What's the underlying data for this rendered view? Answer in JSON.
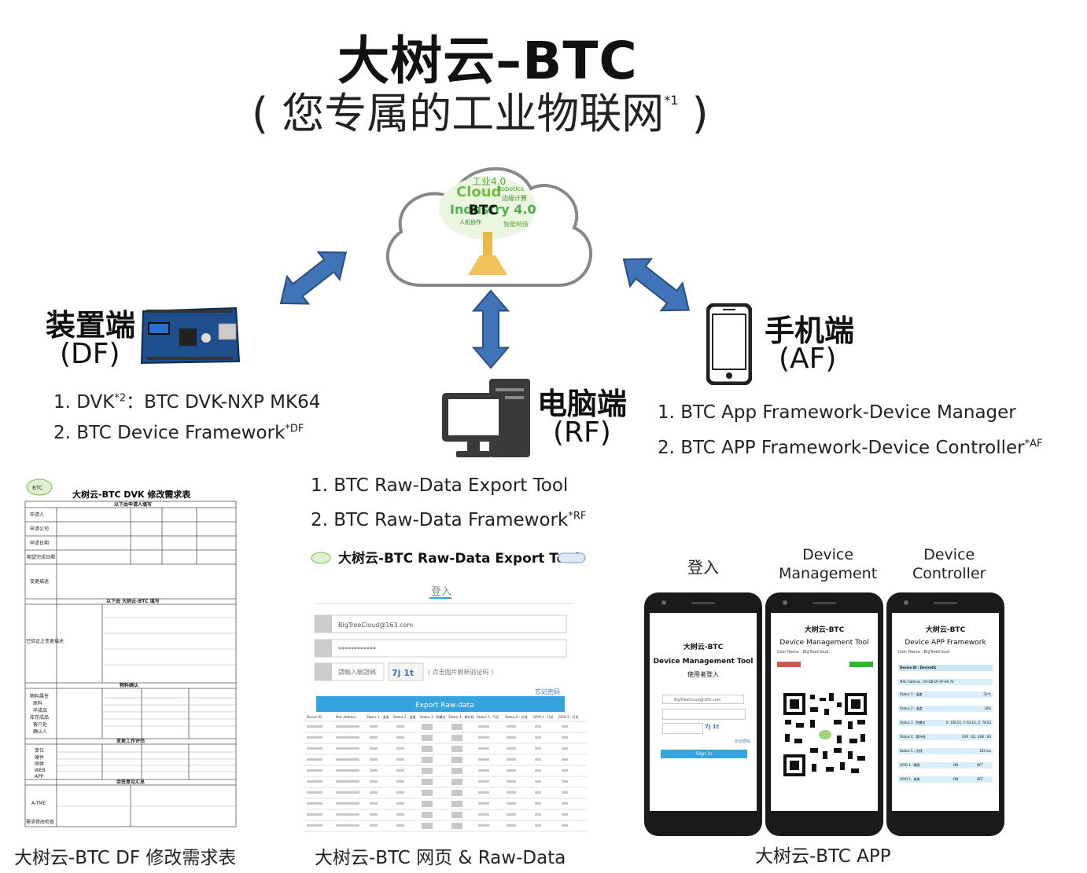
{
  "title": "大树云–BTC",
  "subtitle": {
    "text": "( 您专属的工业物联网",
    "note": "*1",
    "close": " )"
  },
  "cloud": {
    "center": "BTC",
    "words": [
      "工业4.0",
      "Cloud",
      "Industry 4.0",
      "Robotics",
      "边缘计算",
      "智能制造",
      "人机协作"
    ]
  },
  "device": {
    "title": "装置端",
    "code": "(DF)",
    "items": [
      {
        "text": "1. DVK",
        "sup": "*2",
        "rest": "：BTC DVK-NXP MK64"
      },
      {
        "text": "2. BTC Device Framework",
        "sup": "*DF",
        "rest": ""
      }
    ]
  },
  "pc": {
    "title": "电脑端",
    "code": "(RF)",
    "items": [
      {
        "text": "1.   BTC Raw-Data Export Tool",
        "sup": "",
        "rest": ""
      },
      {
        "text": "2.   BTC Raw-Data Framework",
        "sup": "*RF",
        "rest": ""
      }
    ]
  },
  "mobile": {
    "title": "手机端",
    "code": "(AF)",
    "items": [
      {
        "text": "1.   BTC App Framework-Device Manager",
        "sup": "",
        "rest": ""
      },
      {
        "text": "2.   BTC APP Framework-Device Controller",
        "sup": "*AF",
        "rest": ""
      }
    ]
  },
  "doc": {
    "title": "大树云-BTC  DVK  修改需求表",
    "section1": "以下由申请人填写",
    "section2": "以下由 大树云-BTC 填写",
    "section3": "物料确认",
    "section4": "变更工作评估",
    "section5": "会签意见汇总",
    "rows": [
      "申请人",
      "申请公司",
      "申请日期",
      "期望完成日期",
      "变更描述",
      "已验证之变更描述",
      "物料属性",
      "原料",
      "半成品",
      "库存成品",
      "客户处",
      "确认人",
      "单位",
      "硬件",
      "固体",
      "WEB",
      "APP",
      "A-TME",
      "需求修改检查"
    ]
  },
  "web": {
    "header": "大树云-BTC Raw-Data Export Tool",
    "login": "登入",
    "email": "BigTreeCloud@163.com",
    "password": "************",
    "captcha_placeholder": "請輸入驗證碼",
    "captcha_code": "7j 1t",
    "captcha_hint": "( 点击图片刷新验证码 )",
    "forgot": "忘记密码",
    "export_button": "Export Raw-data",
    "columns": [
      "Device ID",
      "Mac Address",
      "Status 1 : 温度",
      "Status 2 : 湿度",
      "Status 3 : 陀螺仪",
      "Status 4 : 紫外线",
      "Status 5 : 气压",
      "Status 6 : 光线",
      "GPIO 1 : 开关",
      "GPIO 2 : 开关"
    ]
  },
  "phones": {
    "labels": [
      "登入",
      "Device\nManagement",
      "Device\nController"
    ],
    "login": {
      "brand": "大树云-BTC",
      "title": "Device Management Tool",
      "sub": "使用者登入",
      "email": "BigTreeCloud@163.com",
      "code": "7j 1t",
      "button": "Sign in",
      "link": "忘记密码"
    },
    "manage": {
      "brand": "大树云-BTC",
      "title": "Device Management Tool",
      "user": "User Name : BigTreeCloud"
    },
    "control": {
      "brand": "大树云-BTC",
      "title": "Device APP Framework",
      "user": "User Name : BigTreeCloud",
      "device": "Device ID : Device01",
      "mac": "MAC Address : 00-DB-DF-AF-9A-7E",
      "statuses": [
        {
          "k": "Status 1 : 温度",
          "v": "32℃"
        },
        {
          "k": "Status 2 : 湿度",
          "v": "18%"
        },
        {
          "k": "Status 3 : 陀螺仪",
          "v": "X: 108.51, Y: 63.14, Z: 78.63"
        },
        {
          "k": "Status 4 : 紫外线",
          "v": "UVA : 62, UVB : 83"
        },
        {
          "k": "Status 5 : 光线",
          "v": "103 lux"
        }
      ],
      "gpio": [
        {
          "k": "GPIO 1 : 電燈",
          "on": "ON",
          "off": "OFF"
        },
        {
          "k": "GPIO 2 : 風扇",
          "on": "ON",
          "off": "OFF"
        }
      ]
    }
  },
  "captions": {
    "doc": "大树云-BTC DF 修改需求表",
    "web": "大树云-BTC 网页 & Raw-Data",
    "app": "大树云-BTC APP"
  },
  "colors": {
    "arrow": "#3f74b8",
    "arrow_stroke": "#2b4f80",
    "tree": "#6fbf3e",
    "export_btn": "#36a3dc"
  }
}
